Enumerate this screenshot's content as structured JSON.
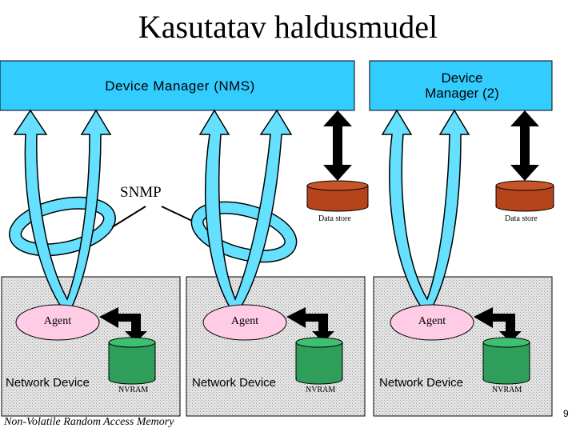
{
  "title": "Kasutatav haldusmudel",
  "managers": {
    "nms_label": "Device Manager (NMS)",
    "dm2_label_line1": "Device",
    "dm2_label_line2": "Manager (2)"
  },
  "protocol_label": "SNMP",
  "data_store_label": "Data store",
  "devices": [
    {
      "agent_label": "Agent",
      "device_label": "Network Device",
      "nvram_label": "NVRAM"
    },
    {
      "agent_label": "Agent",
      "device_label": "Network Device",
      "nvram_label": "NVRAM"
    },
    {
      "agent_label": "Agent",
      "device_label": "Network Device",
      "nvram_label": "NVRAM"
    }
  ],
  "nvram_expansion": "Non-Volatile Random Access Memory",
  "page_number": "9",
  "colors": {
    "manager_fill": "#33ccff",
    "arrow_fill": "#66e0ff",
    "device_box_fill": "#dcdcdc",
    "agent_fill": "#ffcce6",
    "datastore_fill": "#b5441a",
    "nvram_fill": "#2e9e5a",
    "arrow_dark": "#000000"
  }
}
